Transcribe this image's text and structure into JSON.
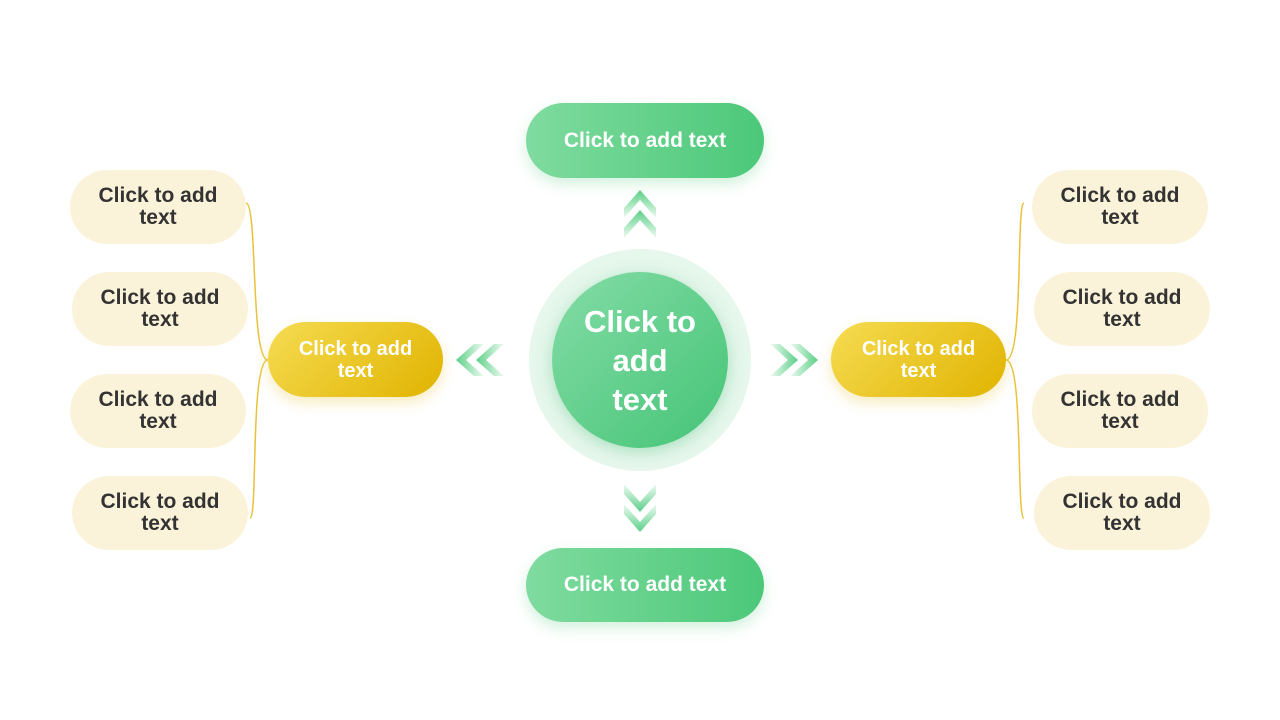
{
  "center": {
    "label": "Click to add text"
  },
  "top": {
    "label": "Click to add text"
  },
  "bottom": {
    "label": "Click to add text"
  },
  "left_hub": {
    "label": "Click to add text"
  },
  "right_hub": {
    "label": "Click to add text"
  },
  "left_items": [
    {
      "label": "Click to add text"
    },
    {
      "label": "Click to add text"
    },
    {
      "label": "Click to add text"
    },
    {
      "label": "Click to add text"
    }
  ],
  "right_items": [
    {
      "label": "Click to add text"
    },
    {
      "label": "Click to add text"
    },
    {
      "label": "Click to add text"
    },
    {
      "label": "Click to add text"
    }
  ],
  "colors": {
    "green": "#4cc879",
    "yellow": "#e0b300",
    "cream": "#fbf3d9",
    "connector": "#e8c23a"
  }
}
